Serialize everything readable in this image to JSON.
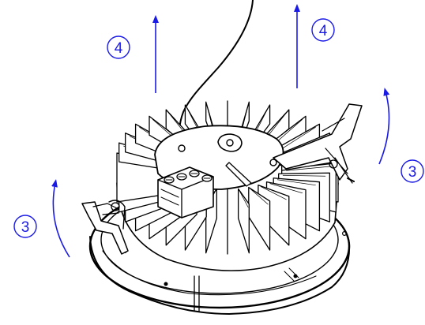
{
  "colors": {
    "callout": "#1a1ae6",
    "line": "#000000",
    "background": "#ffffff"
  },
  "callouts": {
    "lift_left": "4",
    "lift_right": "4",
    "rotate_left": "3",
    "rotate_right": "3"
  },
  "parts": [
    "heat-sink-fins",
    "driver-hub",
    "terminal-block",
    "spring-clip-left",
    "spring-clip-right",
    "trim-ring",
    "supply-wire"
  ]
}
